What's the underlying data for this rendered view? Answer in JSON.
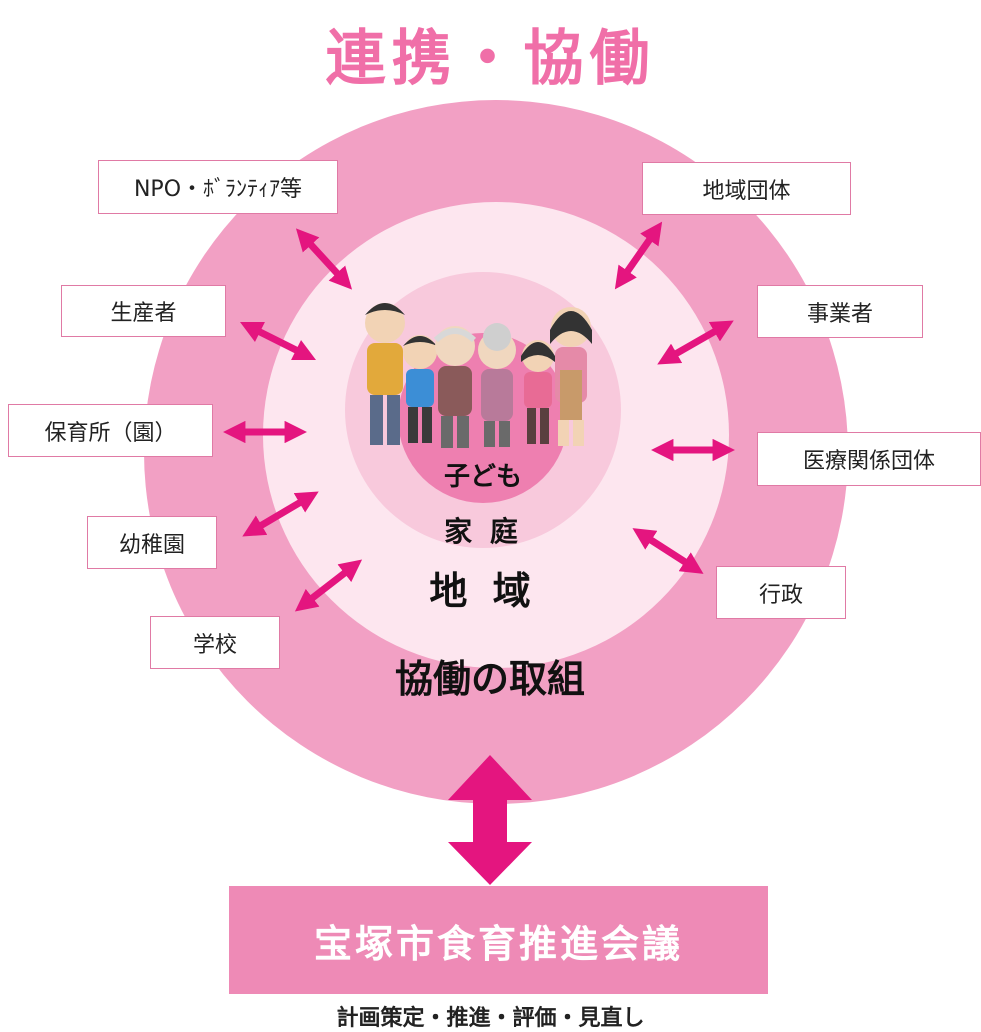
{
  "title": "連携・協働",
  "partners": {
    "npo": "NPO・ﾎﾞﾗﾝﾃｨｱ等",
    "community": "地域団体",
    "producers": "生産者",
    "business": "事業者",
    "nursery": "保育所（園）",
    "medical": "医療関係団体",
    "kindergarten": "幼稚園",
    "government": "行政",
    "school": "学校"
  },
  "center": {
    "child": "子ども",
    "family": "家 庭",
    "region": "地 域",
    "collab": "協働の取組"
  },
  "council": {
    "name": "宝塚市食育推進会議",
    "tasks": "計画策定・推進・評価・見直し"
  },
  "colors": {
    "outer_ring": "#f2a0c4",
    "middle_ring": "#fde6ef",
    "inner_ring": "#f8c9dc",
    "core": "#ee7fb0",
    "arrow": "#e4157f",
    "title": "#f06fa8"
  }
}
